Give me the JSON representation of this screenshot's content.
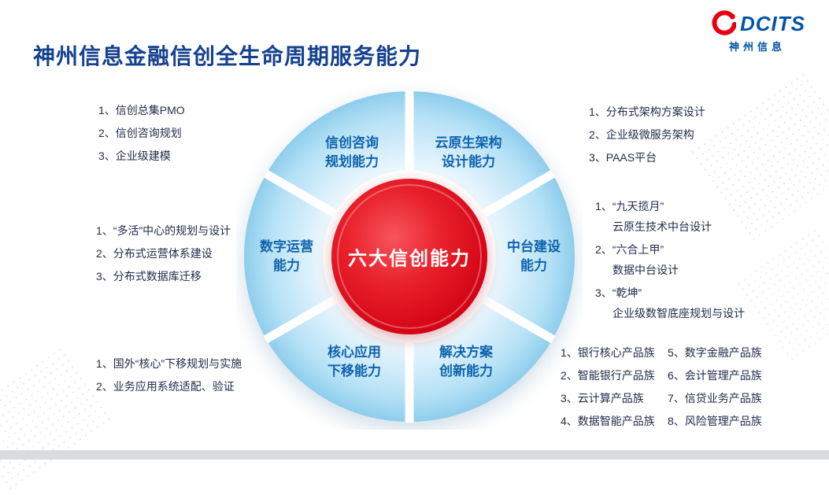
{
  "title": "神州信息金融信创全生命周期服务能力",
  "logo": {
    "brand": "DCITS",
    "subtitle": "神州信息"
  },
  "wheel": {
    "center": "六大信创能力",
    "segments": [
      {
        "id": "consulting-planning",
        "line1": "信创咨询",
        "line2": "规划能力"
      },
      {
        "id": "cloud-native-architecture",
        "line1": "云原生架构",
        "line2": "设计能力"
      },
      {
        "id": "digital-operation",
        "line1": "数字运营",
        "line2": "能力"
      },
      {
        "id": "middle-platform",
        "line1": "中台建设",
        "line2": "能力"
      },
      {
        "id": "core-application-migration",
        "line1": "核心应用",
        "line2": "下移能力"
      },
      {
        "id": "solution-innovation",
        "line1": "解决方案",
        "line2": "创新能力"
      }
    ]
  },
  "lists": {
    "top_left": [
      "1、信创总集PMO",
      "2、信创咨询规划",
      "3、企业级建模"
    ],
    "top_right": [
      "1、分布式架构方案设计",
      "2、企业级微服务架构",
      "3、PAAS平台"
    ],
    "left": [
      "1、“多活”中心的规划与设计",
      "2、分布式运营体系建设",
      "3、分布式数据库迁移"
    ],
    "right": [
      {
        "main": "1、“九天揽月”",
        "sub": "云原生技术中台设计"
      },
      {
        "main": "2、“六合上甲”",
        "sub": "数据中台设计"
      },
      {
        "main": "3、“乾坤”",
        "sub": "企业级数智底座规划与设计"
      }
    ],
    "bottom_left": [
      "1、国外“核心”下移规划与实施",
      "2、业务应用系统适配、验证"
    ],
    "bottom_right_col1": [
      "1、银行核心产品族",
      "2、智能银行产品族",
      "3、云计算产品族",
      "4、数据智能产品族"
    ],
    "bottom_right_col2": [
      "5、数字金融产品族",
      "6、会计管理产品族",
      "7、信贷业务产品族",
      "8、风险管理产品族"
    ]
  },
  "colors": {
    "title_blue": "#15418E",
    "brand_blue": "#0054A7",
    "brand_red": "#E60012",
    "ring_blue": "#A9D9F2",
    "segment_label_blue": "#0E63AD",
    "center_red": "#E0101F",
    "body_text": "#232C4A"
  }
}
